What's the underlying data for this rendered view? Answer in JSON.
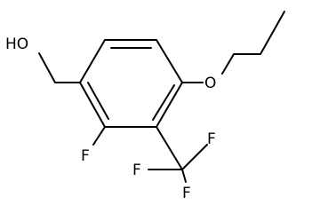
{
  "molecule": {
    "labels": {
      "hydroxyl": "HO",
      "ether_oxygen": "O",
      "fluorine_ring": "F",
      "fluorine_cf3_top": "F",
      "fluorine_cf3_left": "F",
      "fluorine_cf3_bottom": "F"
    },
    "colors": {
      "bond": "#000000",
      "atom_label": "#000000",
      "background": "#ffffff"
    }
  }
}
